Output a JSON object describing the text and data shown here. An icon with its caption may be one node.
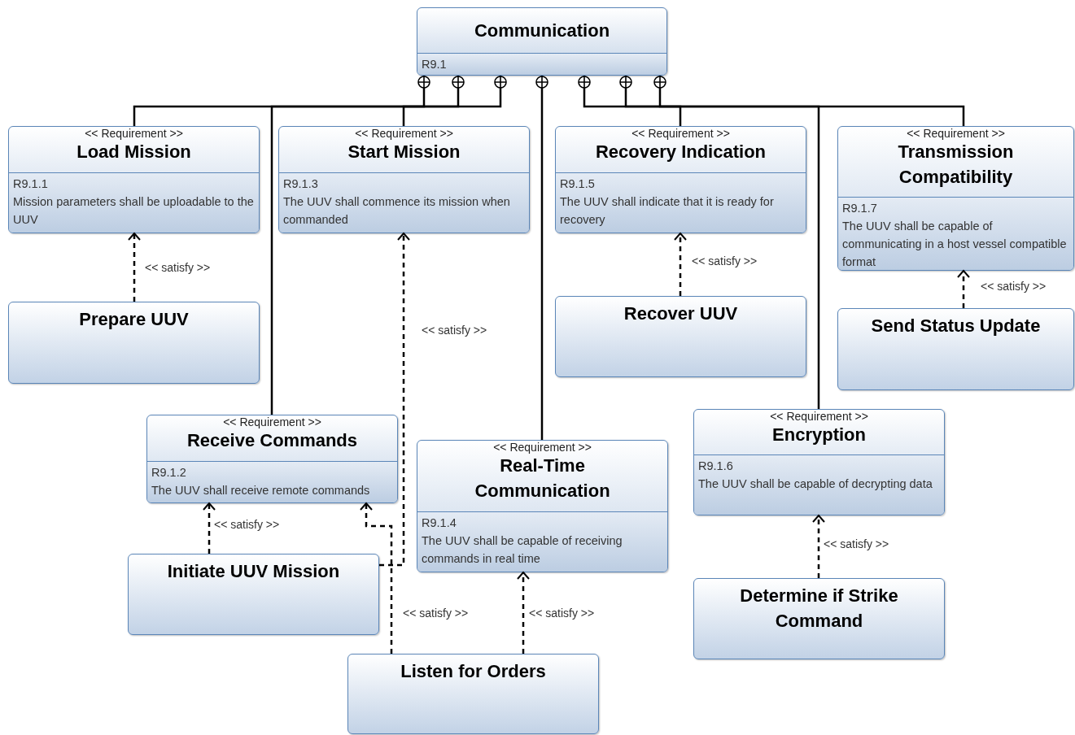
{
  "diagram": {
    "nodes": [
      {
        "text": [
          "Communication",
          "R9.1"
        ]
      },
      {
        "text": [
          "<< Requirement >>",
          "Load Mission",
          "R9.1.1",
          "Mission parameters shall be uploadable to the UUV"
        ]
      },
      {
        "text": [
          "<< Requirement >>",
          "Start Mission",
          "R9.1.3",
          "The UUV shall commence its mission when commanded"
        ]
      },
      {
        "text": [
          "<< Requirement >>",
          "Recovery Indication",
          "R9.1.5",
          "The UUV shall indicate that it is ready for recovery"
        ]
      },
      {
        "text": [
          "<< Requirement >>",
          "Transmission Compatibility",
          "R9.1.7",
          "The UUV shall be capable of communicating in a host vessel compatible format"
        ]
      },
      {
        "text": [
          "Prepare UUV"
        ]
      },
      {
        "text": [
          "Recover UUV"
        ]
      },
      {
        "text": [
          "Send Status Update"
        ]
      },
      {
        "text": [
          "<< Requirement >>",
          "Receive Commands",
          "R9.1.2",
          "The UUV shall receive remote commands"
        ]
      },
      {
        "text": [
          "<< Requirement >>",
          "Real-Time Communication",
          "R9.1.4",
          "The UUV shall be capable of receiving commands in real time"
        ]
      },
      {
        "text": [
          "<< Requirement >>",
          "Encryption",
          "R9.1.6",
          "The UUV shall be capable of decrypting data"
        ]
      },
      {
        "text": [
          "Initiate UUV Mission"
        ]
      },
      {
        "text": [
          "Determine if Strike Command"
        ]
      },
      {
        "text": [
          "Listen for Orders"
        ]
      }
    ],
    "edges": [
      {
        "from": 0,
        "to": 1,
        "arrow": "other"
      },
      {
        "from": 0,
        "to": 8,
        "arrow": "other"
      },
      {
        "from": 0,
        "to": 2,
        "arrow": "other"
      },
      {
        "from": 0,
        "to": 9,
        "arrow": "other"
      },
      {
        "from": 0,
        "to": 3,
        "arrow": "other"
      },
      {
        "from": 0,
        "to": 10,
        "arrow": "other"
      },
      {
        "from": 0,
        "to": 4,
        "arrow": "other"
      },
      {
        "from": 5,
        "to": 1,
        "arrow": "to",
        "label": "<< satisfy >>",
        "style": "dashed"
      },
      {
        "from": 11,
        "to": 8,
        "arrow": "to",
        "label": "<< satisfy >>",
        "style": "dashed"
      },
      {
        "from": 11,
        "to": 2,
        "arrow": "to",
        "label": "<< satisfy >>",
        "style": "dashed"
      },
      {
        "from": 13,
        "to": 8,
        "arrow": "to",
        "label": "<< satisfy >>",
        "style": "dashed"
      },
      {
        "from": 13,
        "to": 9,
        "arrow": "to",
        "label": "<< satisfy >>",
        "style": "dashed"
      },
      {
        "from": 6,
        "to": 3,
        "arrow": "to",
        "label": "<< satisfy >>",
        "style": "dashed"
      },
      {
        "from": 7,
        "to": 4,
        "arrow": "to",
        "label": "<< satisfy >>",
        "style": "dashed"
      },
      {
        "from": 12,
        "to": 10,
        "arrow": "to",
        "label": "<< satisfy >>",
        "style": "dashed"
      }
    ]
  }
}
